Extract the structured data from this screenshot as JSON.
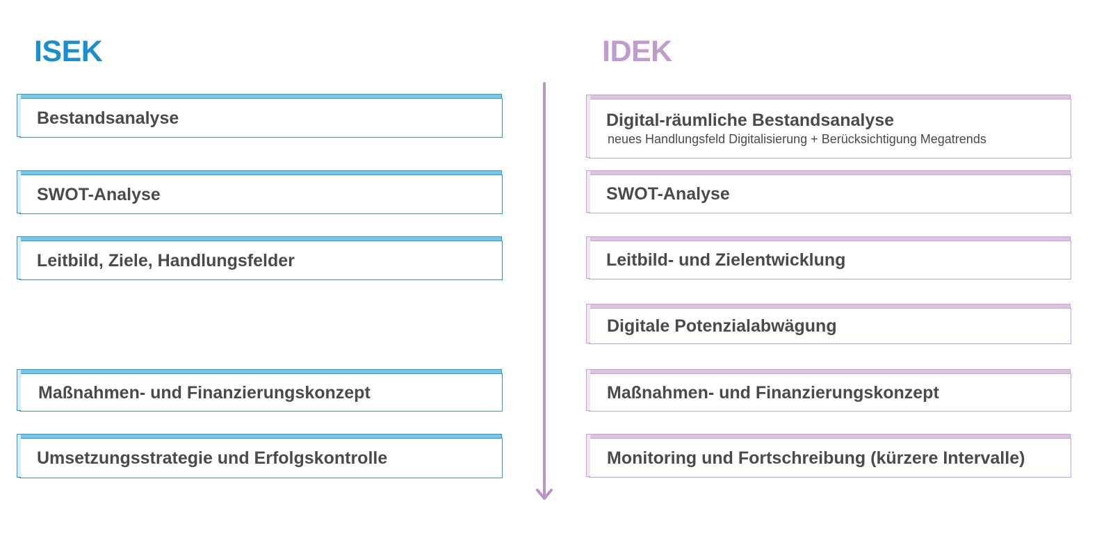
{
  "isek": {
    "title": "ISEK",
    "steps": [
      "Bestandsanalyse",
      "SWOT-Analyse",
      "Leitbild, Ziele, Handlungsfelder",
      "Maßnahmen- und Finanzierungskonzept",
      "Umsetzungsstrategie und Erfolgskontrolle"
    ]
  },
  "idek": {
    "title": "IDEK",
    "steps": [
      {
        "label": "Digital-räumliche Bestandsanalyse",
        "sub": "neues Handlungsfeld Digitalisierung + Berücksichtigung Megatrends"
      },
      {
        "label": "SWOT-Analyse"
      },
      {
        "label": "Leitbild- und Zielentwicklung"
      },
      {
        "label": "Digitale Potenzialabwägung"
      },
      {
        "label": "Maßnahmen- und Finanzierungskonzept"
      },
      {
        "label": "Monitoring und Fortschreibung (kürzere Intervalle)"
      }
    ]
  },
  "colors": {
    "isek_accent": "#1a8fd0",
    "idek_accent": "#c19ace",
    "text": "#4a4a4a",
    "timeline": "#b992c9"
  },
  "icons": {
    "timeline": "down-arrow-icon"
  }
}
